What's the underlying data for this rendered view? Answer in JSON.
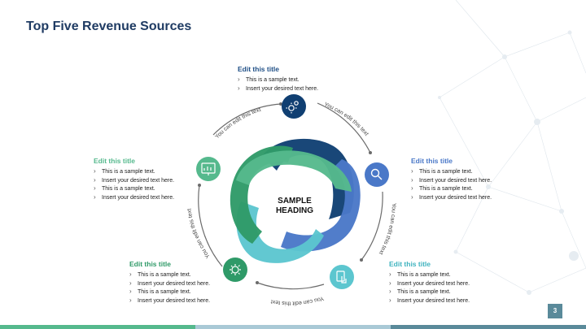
{
  "slide": {
    "title": "Top Five Revenue Sources",
    "page_number": "3",
    "center_heading": [
      "SAMPLE",
      "HEADING"
    ]
  },
  "colors": {
    "navy": "#103f72",
    "blue": "#4a78c8",
    "teal": "#5cc6cf",
    "green": "#2f9a68",
    "mint": "#55b98d",
    "title": "#1f3b63"
  },
  "nodes": [
    {
      "icon": "gear-chip-icon",
      "color": "#103f72",
      "title": "Edit this title",
      "items": [
        "This is a sample text.",
        "Insert your desired text here."
      ]
    },
    {
      "icon": "magnifier-icon",
      "color": "#4a78c8",
      "title": "Edit this title",
      "items": [
        "This is a sample text.",
        "Insert your desired text here.",
        "This is a sample text.",
        "Insert your desired text here."
      ]
    },
    {
      "icon": "touch-hand-icon",
      "color": "#5cc6cf",
      "title": "Edit this title",
      "items": [
        "This is a sample text.",
        "Insert your desired text here.",
        "This is a sample text.",
        "Insert your desired text here."
      ]
    },
    {
      "icon": "puzzle-gear-icon",
      "color": "#2f9a68",
      "title": "Edit this title",
      "items": [
        "This is a sample text.",
        "Insert your desired text here.",
        "This is a sample text.",
        "Insert your desired text here."
      ]
    },
    {
      "icon": "chart-board-icon",
      "color": "#55b98d",
      "title": "Edit this title",
      "items": [
        "This is a sample text.",
        "Insert your desired text here.",
        "This is a sample text.",
        "Insert your desired text here."
      ]
    }
  ],
  "arc_labels": [
    "You can edit this text",
    "You can edit this text",
    "You can edit this text",
    "You can edit this text",
    "You can edit this text"
  ]
}
